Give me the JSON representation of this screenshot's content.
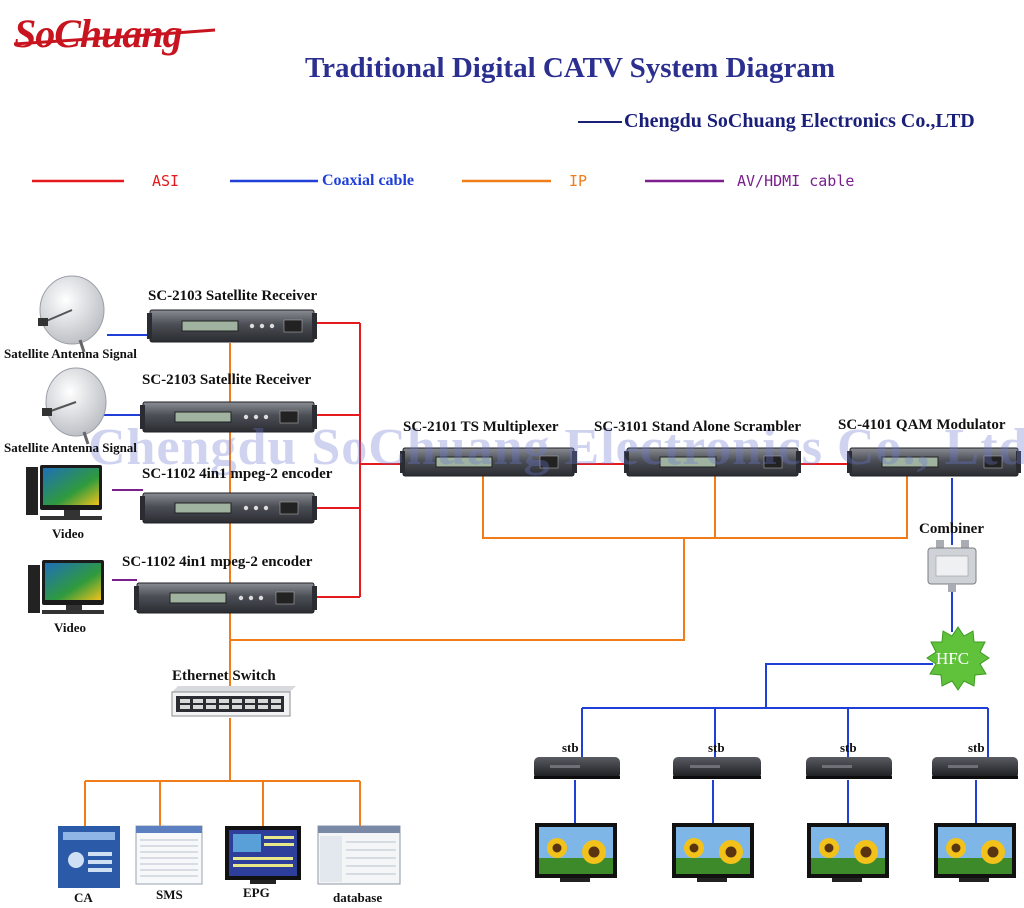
{
  "brand": {
    "logo": "SoChuang"
  },
  "title": "Traditional Digital CATV System Diagram",
  "company": "Chengdu SoChuang Electronics Co.,LTD",
  "watermark": "Chengdu SoChuang Electronics Co., Ltd.",
  "legend": [
    {
      "label": "ASI",
      "color": "#e41a1c"
    },
    {
      "label": "Coaxial cable",
      "color": "#1f3fd8"
    },
    {
      "label": "IP",
      "color": "#f07c1a"
    },
    {
      "label": "AV/HDMI cable",
      "color": "#7b1f8f"
    }
  ],
  "devices": {
    "sat_receiver_1": "SC-2103 Satellite Receiver",
    "sat_receiver_2": "SC-2103 Satellite Receiver",
    "encoder_1": "SC-1102 4in1 mpeg-2 encoder",
    "encoder_2": "SC-1102 4in1 mpeg-2 encoder",
    "multiplexer": "SC-2101 TS Multiplexer",
    "scrambler": "SC-3101 Stand Alone Scrambler",
    "modulator": "SC-4101 QAM Modulator",
    "combiner": "Combiner",
    "hfc": "HFC",
    "switch": "Ethernet Switch"
  },
  "sources": {
    "antenna_1": "Satellite Antenna Signal",
    "antenna_2": "Satellite Antenna Signal",
    "video_1": "Video",
    "video_2": "Video"
  },
  "servers": [
    "CA",
    "SMS",
    "EPG",
    "database"
  ],
  "stb_labels": [
    "stb",
    "stb",
    "stb",
    "stb"
  ]
}
